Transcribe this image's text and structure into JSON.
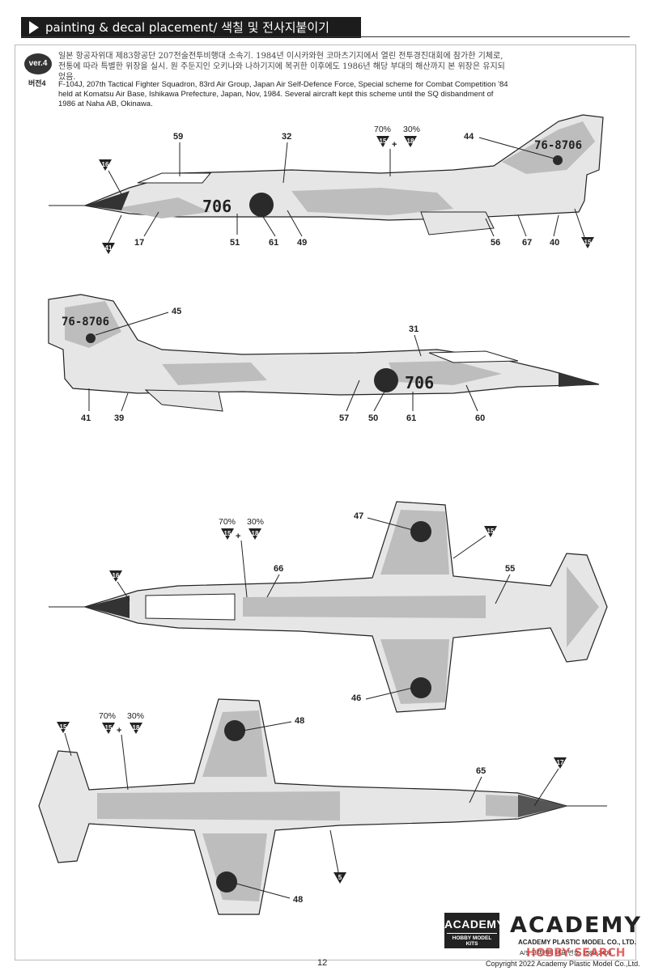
{
  "header": {
    "title": "painting & decal placement/ 색칠 및 전사지붙이기"
  },
  "version": {
    "badge": "ver.4",
    "label": "버전4"
  },
  "description": {
    "korean": "일본 항공자위대 제83항공단 207전술전투비행대 소속기. 1984년 이시카와현 코마츠기지에서 열린 전투경진대회에 참가한 기체로, 전통에 따라 특별한 위장을 실시. 원 주둔지인 오키나와 나하기지에 복귀한 이후에도 1986년 해당 부대의 해산까지 본 위장은 유지되었음.",
    "english": "F-104J, 207th Tactical Fighter Squadron, 83rd Air Group, Japan Air Self-Defence Force,  Special scheme for Combat Competition '84 held at Komatsu Air Base, Ishikawa Prefecture, Japan, Nov, 1984. Several aircraft kept this scheme until the SQ disbandment of 1986 at Naha AB, Okinawa."
  },
  "mix": {
    "pct_a": "70%",
    "pct_b": "30%",
    "plus": "+",
    "code_a": "15",
    "code_b": "18"
  },
  "side_top": {
    "nose_number": "706",
    "tail_number": "76-8706",
    "callouts": [
      "59",
      "32",
      "44",
      "16",
      "17",
      "51",
      "61",
      "49",
      "56",
      "67",
      "40",
      "41",
      "15"
    ]
  },
  "side_bottom": {
    "nose_number": "706",
    "tail_number": "76-8706",
    "callouts": [
      "45",
      "31",
      "41",
      "39",
      "57",
      "50",
      "61",
      "60"
    ]
  },
  "top_view": {
    "callouts": [
      "47",
      "15",
      "16",
      "66",
      "55",
      "46"
    ]
  },
  "bottom_view": {
    "callouts": [
      "48",
      "15",
      "65",
      "17",
      "5",
      "48"
    ]
  },
  "footer": {
    "logo_box_line1": "ACADEMY",
    "logo_box_line2": "HOBBY MODEL KITS",
    "logo_text": "ACADEMY",
    "company": "ACADEMY PLASTIC MODEL CO., LTD.",
    "customer_service": "A/S 고객센터 대표 번호: 1588-2406",
    "page": "12",
    "copyright": "Copyright 2022 Academy Plastic Model Co.,Ltd.",
    "watermark": "HOBBY SEARCH"
  },
  "colors": {
    "camo_light": "#e6e6e6",
    "camo_dark": "#bdbdbd",
    "ink": "#222222",
    "roundel": "#2a2a2a"
  }
}
